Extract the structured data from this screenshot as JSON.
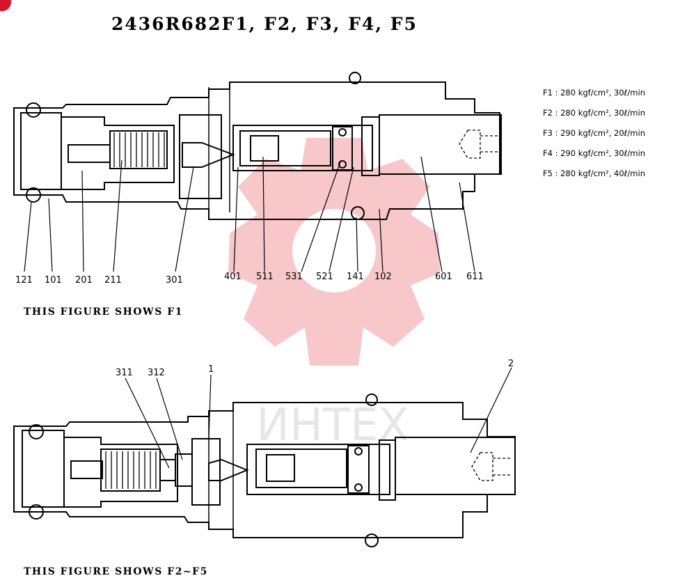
{
  "title": "2436R682F1, F2, F3, F4, F5",
  "specs": [
    "F1 : 280 kgf/cm², 30ℓ/min",
    "F2 : 280 kgf/cm², 30ℓ/min",
    "F3 : 290 kgf/cm², 20ℓ/min",
    "F4 : 290 kgf/cm², 30ℓ/min",
    "F5 : 280 kgf/cm², 40ℓ/min"
  ],
  "figure1": {
    "caption": "THIS FIGURE SHOWS F1",
    "part_labels": [
      "121",
      "101",
      "201",
      "211",
      "301",
      "401",
      "511",
      "531",
      "521",
      "141",
      "102",
      "601",
      "611"
    ]
  },
  "figure2": {
    "caption": "THIS FIGURE SHOWS F2~F5",
    "part_labels": [
      "311",
      "312",
      "1",
      "2"
    ]
  },
  "watermark": {
    "text": "ИНТЕХ",
    "color": "#f4b4b8"
  }
}
